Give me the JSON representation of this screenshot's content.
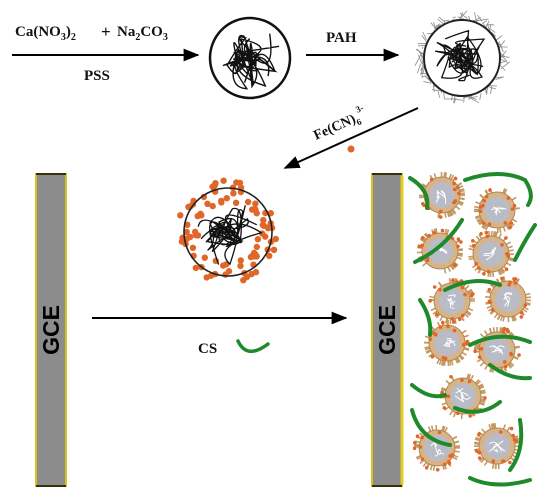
{
  "labels": {
    "ca_no3": "Ca(NO",
    "ca_no3_sub": "3",
    "ca_no3_close": ")",
    "ca_no3_close_sub": "2",
    "plus": "+",
    "na2": "Na",
    "na2_sub": "2",
    "co": "CO",
    "co_sub": "3",
    "pss": "PSS",
    "pah": "PAH",
    "fe": "Fe(CN)",
    "fe_sub": "6",
    "fe_sup": "3-",
    "cs": "CS",
    "electrode_left": "GCE",
    "electrode_right": "GCE"
  },
  "colors": {
    "electrode_fill": "#8c8c8c",
    "electrode_edge": "#d9c21a",
    "chitosan": "#1f8a2b",
    "ferricyanide_dot": "#e0662a",
    "particle_core": "#b9bcc6",
    "particle_shell": "#c8a070",
    "pah_coating": "#909090"
  }
}
